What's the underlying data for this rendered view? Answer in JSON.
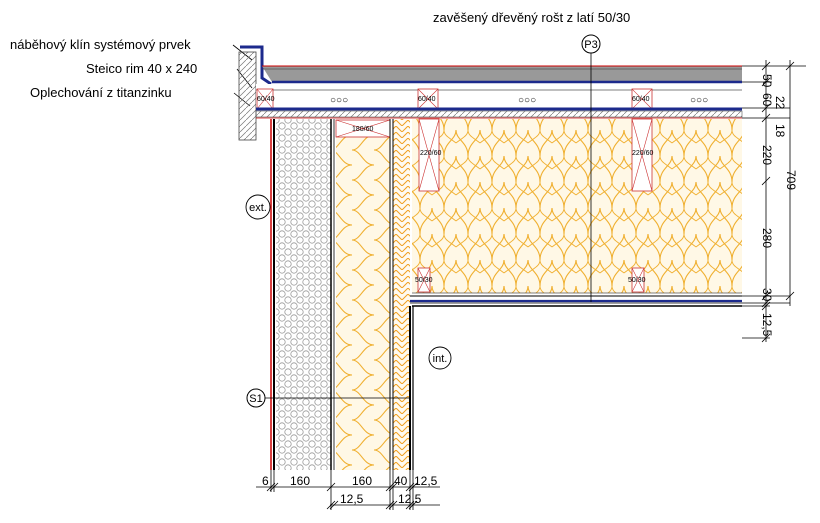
{
  "labels": {
    "wedge": "náběhový klín systémový prvek",
    "rim": "Steico rim 40 x 240",
    "flashing": "Oplechování z titanzinku",
    "grid": "zavěšený dřevěný rošt z latí 50/30",
    "ext": "ext.",
    "int": "int.",
    "section_p": "P3",
    "section_s": "S1"
  },
  "member_labels": {
    "batten_1": "60/40",
    "batten_2": "60/40",
    "batten_3": "60/40",
    "holes": "○○○",
    "rim_top": "180/60",
    "joist_1": "220/60",
    "joist_2": "220/60",
    "small_1": "50/30",
    "small_2": "50/30"
  },
  "dims_right": [
    "50",
    "60",
    "22",
    "18",
    "220",
    "280",
    "30",
    "12,5"
  ],
  "dim_total": "709",
  "dims_bottom_top": [
    "6",
    "160",
    "160",
    "40",
    "12,5"
  ],
  "dims_bottom_low": [
    "12,5",
    "12,5"
  ],
  "colors": {
    "insulation": "#f0b030",
    "insulation_fill": "#fff8e6",
    "membrane": "#1c2a8c",
    "roof": "#999999",
    "wall_red": "#cc0000"
  }
}
